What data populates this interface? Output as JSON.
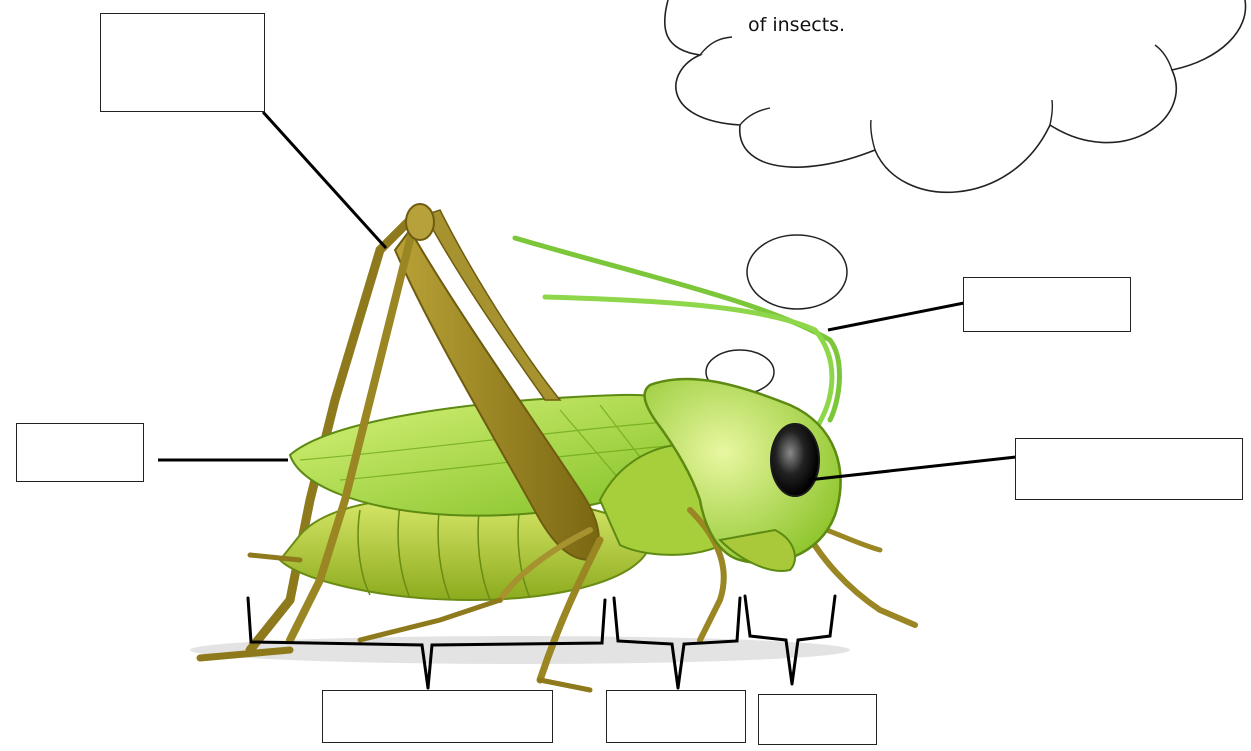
{
  "thought_cloud": {
    "text": "of insects."
  },
  "label_boxes": [
    {
      "id": "top-left",
      "value": ""
    },
    {
      "id": "left",
      "value": ""
    },
    {
      "id": "antenna",
      "value": ""
    },
    {
      "id": "eye",
      "value": ""
    },
    {
      "id": "abdomen",
      "value": ""
    },
    {
      "id": "thorax",
      "value": ""
    },
    {
      "id": "head",
      "value": ""
    }
  ],
  "colors": {
    "outline": "#222222",
    "insect_body": "#9fd43a",
    "insect_dark": "#5d8a12",
    "legs": "#8a7a1c",
    "eye": "#1a1a1a"
  }
}
